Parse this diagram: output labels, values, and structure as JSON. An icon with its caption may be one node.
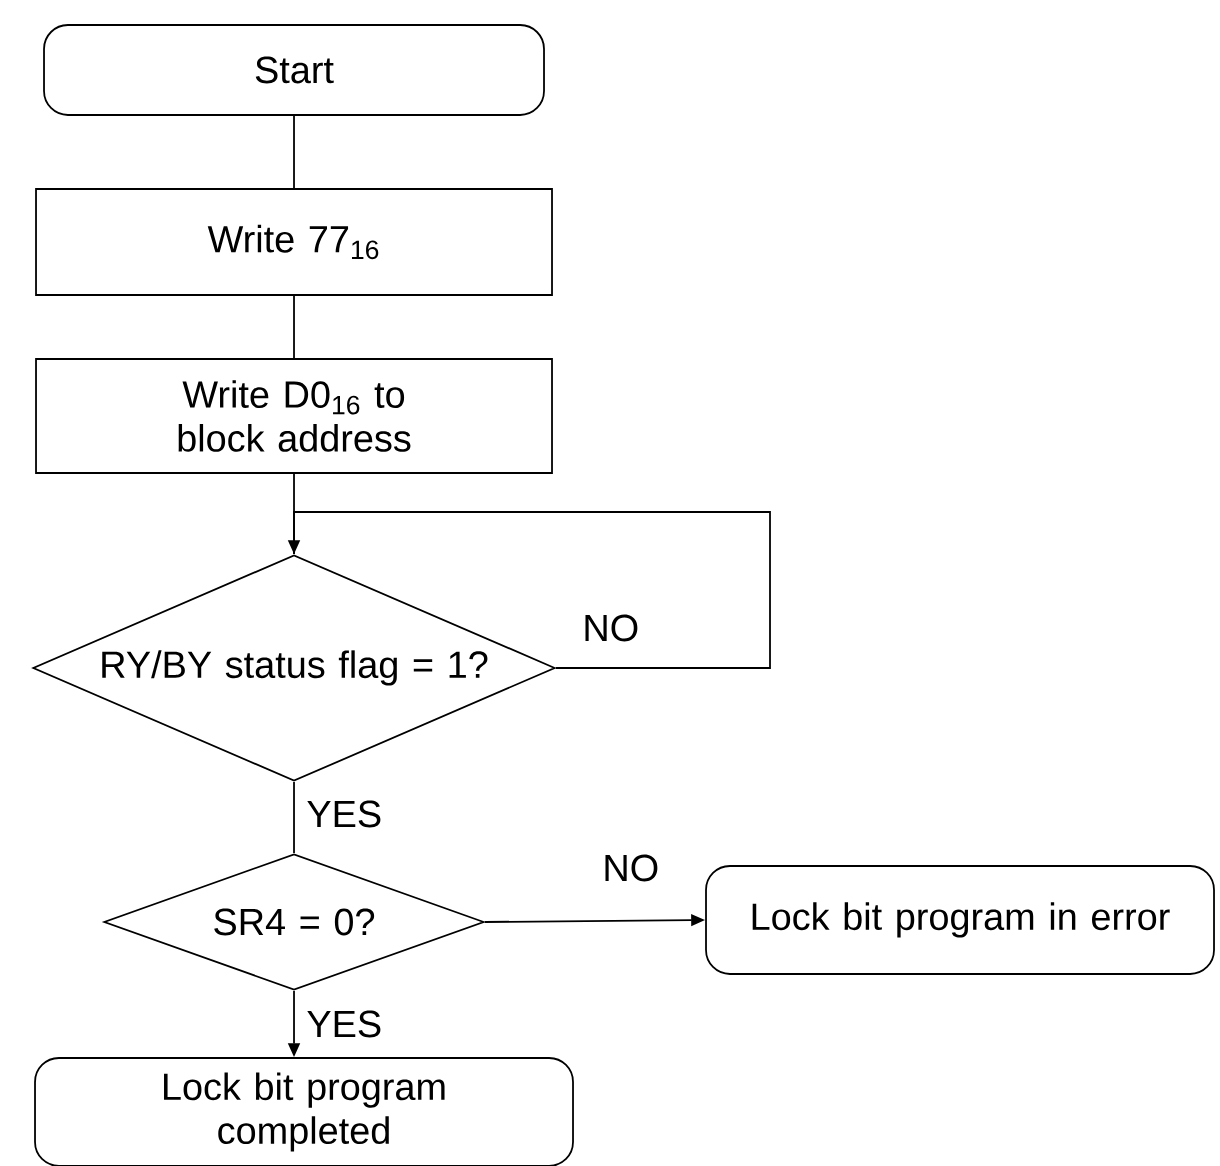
{
  "diagram": {
    "nodes": [
      {
        "text": [
          "Start"
        ]
      },
      {
        "text": [
          "Write 77$_{16}$"
        ]
      },
      {
        "text": [
          "Write D0$_{16}$ to block address"
        ]
      },
      {
        "text": [
          "RY/BY status flag = 1?"
        ]
      },
      {
        "text": [
          "SR4 = 0?"
        ]
      },
      {
        "text": [
          "Lock bit program in error"
        ]
      },
      {
        "text": [
          "Lock bit program completed"
        ]
      }
    ],
    "edges": [
      {
        "from": 0,
        "to": 1,
        "arrow": "none"
      },
      {
        "from": 1,
        "to": 2,
        "arrow": "none"
      },
      {
        "from": 2,
        "to": 3,
        "arrow": "none"
      },
      {
        "from": 3,
        "to": 3,
        "arrow": "to",
        "label": "NO"
      },
      {
        "from": 3,
        "to": 4,
        "arrow": "none",
        "label": "YES"
      },
      {
        "from": 4,
        "to": 5,
        "arrow": "to",
        "label": "NO"
      },
      {
        "from": 4,
        "to": 6,
        "arrow": "to",
        "label": "YES"
      }
    ]
  }
}
